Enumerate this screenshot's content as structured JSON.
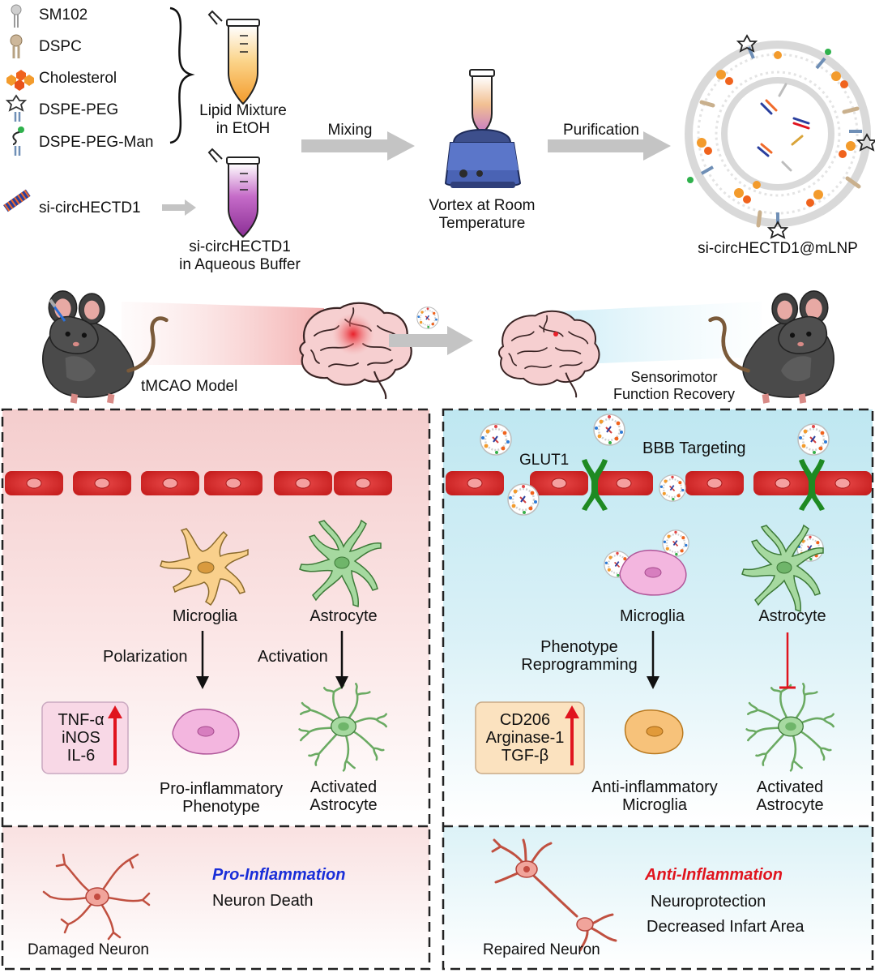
{
  "components": [
    {
      "name": "SM102",
      "icon": "sm102-lipid-icon"
    },
    {
      "name": "DSPC",
      "icon": "dspc-lipid-icon"
    },
    {
      "name": "Cholesterol",
      "icon": "cholesterol-icon"
    },
    {
      "name": "DSPE-PEG",
      "icon": "dspe-peg-icon"
    },
    {
      "name": "DSPE-PEG-Man",
      "icon": "dspe-peg-man-icon"
    }
  ],
  "sirna_label": "si-circHECTD1",
  "tube_lipid": {
    "line1": "Lipid Mixture",
    "line2": "in EtOH"
  },
  "tube_aqueous": {
    "line1": "si-circHECTD1",
    "line2": "in Aqueous Buffer"
  },
  "step_mixing": "Mixing",
  "vortex": {
    "line1": "Vortex at Room",
    "line2": "Temperature"
  },
  "step_purification": "Purification",
  "product_label": "si-circHECTD1@mLNP",
  "model_label": "tMCAO Model",
  "recovery": {
    "line1": "Sensorimotor",
    "line2": "Function Recovery"
  },
  "left_panel": {
    "microglia": "Microglia",
    "astrocyte": "Astrocyte",
    "polarization": "Polarization",
    "activation": "Activation",
    "markers": [
      "TNF-α",
      "iNOS",
      "IL-6"
    ],
    "pro_phenotype": {
      "line1": "Pro-inflammatory",
      "line2": "Phenotype"
    },
    "activated_astrocyte": {
      "line1": "Activated",
      "line2": "Astrocyte"
    },
    "damaged_neuron": "Damaged Neuron",
    "outcome_title": "Pro-Inflammation",
    "outcome_text": "Neuron Death"
  },
  "right_panel": {
    "glut1": "GLUT1",
    "bbb_targeting": "BBB Targeting",
    "microglia": "Microglia",
    "astrocyte": "Astrocyte",
    "reprogramming": {
      "line1": "Phenotype",
      "line2": "Reprogramming"
    },
    "markers": [
      "CD206",
      "Arginase-1",
      "TGF-β"
    ],
    "anti_microglia": {
      "line1": "Anti-inflammatory",
      "line2": "Microglia"
    },
    "activated_astrocyte": {
      "line1": "Activated",
      "line2": "Astrocyte"
    },
    "repaired_neuron": "Repaired Neuron",
    "outcome_title": "Anti-Inflammation",
    "outcome_lines": [
      "Neuroprotection",
      "Decreased Infart Area"
    ]
  },
  "colors": {
    "arrow_gray": "#c4c4c4",
    "vessel_red": "#d42a2a",
    "receptor_green": "#1e8a22",
    "up_arrow_red": "#e0141e",
    "pro_title_blue": "#1a2ed8",
    "anti_title_red": "#e0141e",
    "left_panel_bg": "#f7d9d9",
    "right_panel_bg": "#d3eef5"
  }
}
